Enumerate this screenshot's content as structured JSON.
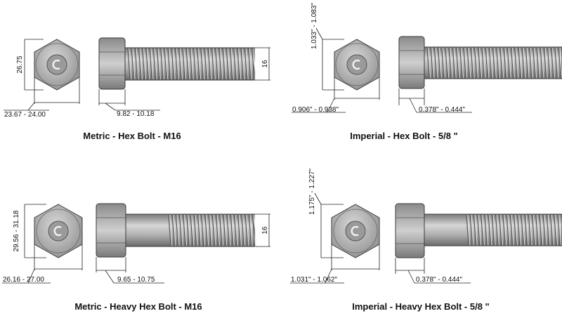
{
  "colors": {
    "steel_light": "#cfcfcf",
    "steel_mid": "#9a9a9a",
    "steel_dark": "#6b6b6b",
    "outline": "#3a3a3a"
  },
  "icons": {
    "logo": "c-logo-icon"
  },
  "panels": [
    {
      "caption": "Metric - Hex Bolt - M16",
      "width_flats": "23.67 - 24.00",
      "width_corners": "26.75",
      "head_height": "9.82 - 10.18",
      "thread_dia": "16"
    },
    {
      "caption": "Imperial - Hex Bolt - 5/8 \"",
      "width_flats": "0.906\" - 0.938\"",
      "width_corners": "1.033\" - 1.083\"",
      "head_height": "0.378\" - 0.444\"",
      "thread_dia": ""
    },
    {
      "caption": "Metric - Heavy Hex Bolt - M16",
      "width_flats": "26.16 - 27.00",
      "width_corners": "29.56 - 31.18",
      "head_height": "9.65 - 10.75",
      "thread_dia": "16"
    },
    {
      "caption": "Imperial - Heavy Hex Bolt - 5/8 \"",
      "width_flats": "1.031\" - 1.062\"",
      "width_corners": "1.175\" - 1.227\"",
      "head_height": "0.378\" - 0.444\"",
      "thread_dia": ""
    }
  ]
}
